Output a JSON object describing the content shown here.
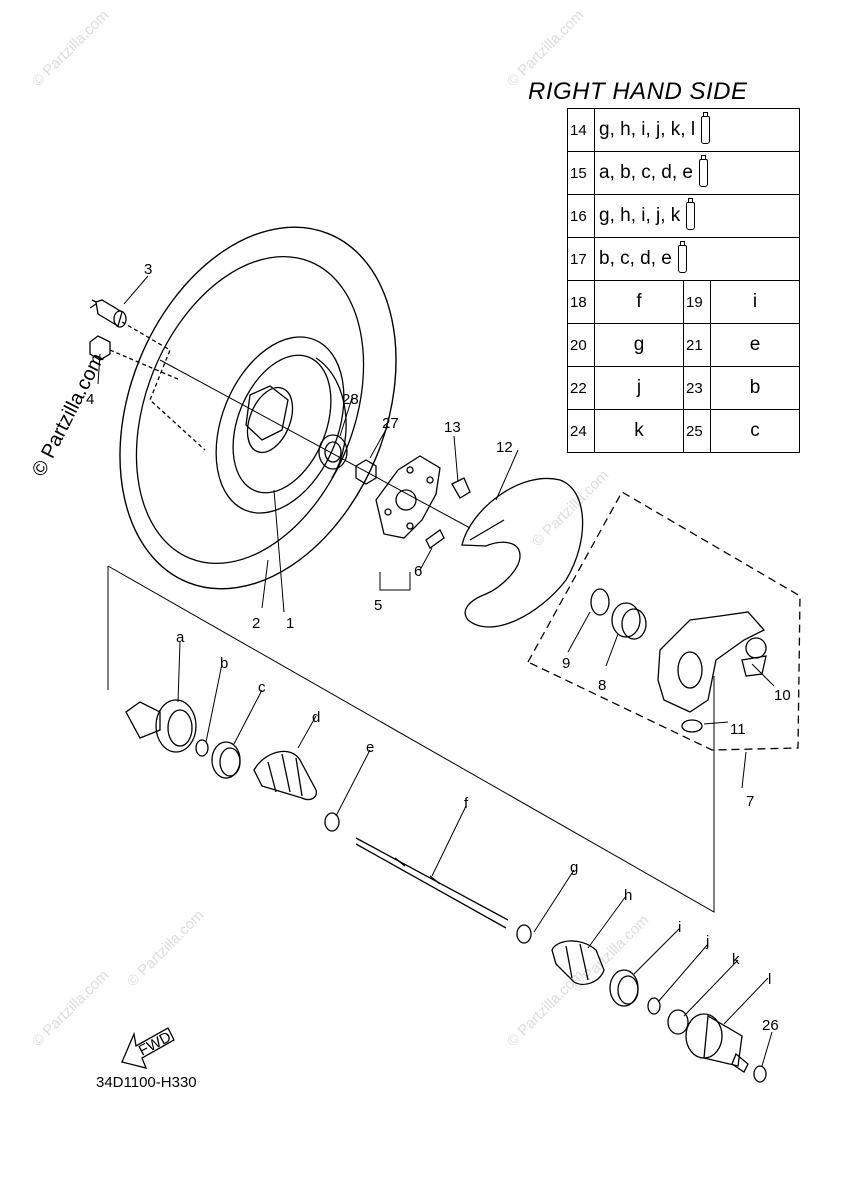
{
  "title": "RIGHT HAND SIDE",
  "diagram_code": "34D1100-H330",
  "credit": "© Partzilla.com",
  "watermark": "© Partzilla.com",
  "fwd_label": "FWD",
  "kit_table": {
    "kits": [
      {
        "num": "14",
        "parts": "g, h, i, j, k, l"
      },
      {
        "num": "15",
        "parts": "a, b, c, d, e"
      },
      {
        "num": "16",
        "parts": "g, h, i, j, k"
      },
      {
        "num": "17",
        "parts": "b, c, d, e"
      }
    ],
    "pairs": [
      {
        "num1": "18",
        "val1": "f",
        "num2": "19",
        "val2": "i"
      },
      {
        "num1": "20",
        "val1": "g",
        "num2": "21",
        "val2": "e"
      },
      {
        "num1": "22",
        "val1": "j",
        "num2": "23",
        "val2": "b"
      },
      {
        "num1": "24",
        "val1": "k",
        "num2": "25",
        "val2": "c"
      }
    ]
  },
  "callouts": {
    "n1": "1",
    "n2": "2",
    "n3": "3",
    "n4": "4",
    "n5": "5",
    "n6": "6",
    "n7": "7",
    "n8": "8",
    "n9": "9",
    "n10": "10",
    "n11": "11",
    "n12": "12",
    "n13": "13",
    "n26": "26",
    "n27": "27",
    "n28": "28",
    "a": "a",
    "b": "b",
    "c": "c",
    "d": "d",
    "e": "e",
    "f": "f",
    "g": "g",
    "h": "h",
    "i": "i",
    "j": "j",
    "k": "k",
    "l": "l"
  }
}
